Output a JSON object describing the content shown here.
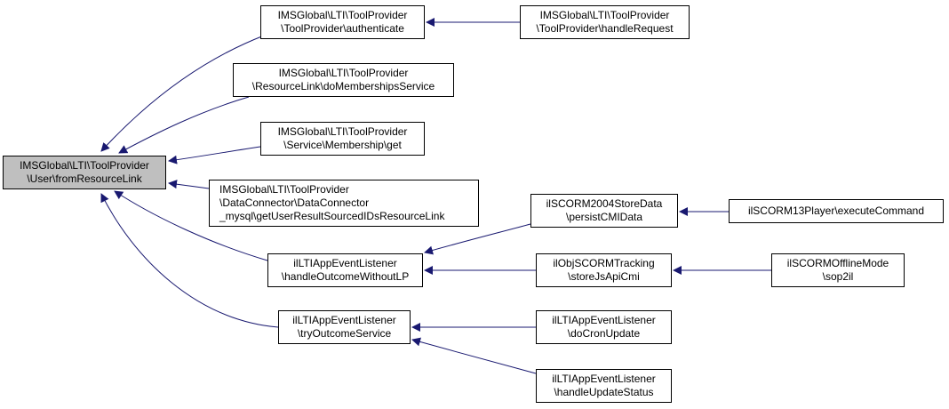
{
  "graph": {
    "colors": {
      "edge": "#191970",
      "focus_fill": "#bfbfbf",
      "node_fill": "#ffffff",
      "border": "#000000"
    },
    "nodes": {
      "root": [
        "IMSGlobal\\LTI\\ToolProvider",
        "\\User\\fromResourceLink"
      ],
      "authenticate": [
        "IMSGlobal\\LTI\\ToolProvider",
        "\\ToolProvider\\authenticate"
      ],
      "handle_request": [
        "IMSGlobal\\LTI\\ToolProvider",
        "\\ToolProvider\\handleRequest"
      ],
      "do_memberships": [
        "IMSGlobal\\LTI\\ToolProvider",
        "\\ResourceLink\\doMembershipsService"
      ],
      "membership_get": [
        "IMSGlobal\\LTI\\ToolProvider",
        "\\Service\\Membership\\get"
      ],
      "data_connector": [
        "IMSGlobal\\LTI\\ToolProvider",
        "\\DataConnector\\DataConnector",
        "_mysql\\getUserResultSourcedIDsResourceLink"
      ],
      "handle_outcome": [
        "ilLTIAppEventListener",
        "\\handleOutcomeWithoutLP"
      ],
      "try_outcome": [
        "ilLTIAppEventListener",
        "\\tryOutcomeService"
      ],
      "persist_cmi": [
        "ilSCORM2004StoreData",
        "\\persistCMIData"
      ],
      "execute_command": [
        "ilSCORM13Player\\executeCommand"
      ],
      "store_js": [
        "ilObjSCORMTracking",
        "\\storeJsApiCmi"
      ],
      "sop2il": [
        "ilSCORMOfflineMode",
        "\\sop2il"
      ],
      "cron_update": [
        "ilLTIAppEventListener",
        "\\doCronUpdate"
      ],
      "update_status": [
        "ilLTIAppEventListener",
        "\\handleUpdateStatus"
      ]
    },
    "edges": [
      [
        "authenticate",
        "root"
      ],
      [
        "do_memberships",
        "root"
      ],
      [
        "membership_get",
        "root"
      ],
      [
        "data_connector",
        "root"
      ],
      [
        "handle_outcome",
        "root"
      ],
      [
        "try_outcome",
        "root"
      ],
      [
        "handle_request",
        "authenticate"
      ],
      [
        "persist_cmi",
        "handle_outcome"
      ],
      [
        "store_js",
        "handle_outcome"
      ],
      [
        "cron_update",
        "try_outcome"
      ],
      [
        "update_status",
        "try_outcome"
      ],
      [
        "execute_command",
        "persist_cmi"
      ],
      [
        "sop2il",
        "store_js"
      ]
    ]
  }
}
